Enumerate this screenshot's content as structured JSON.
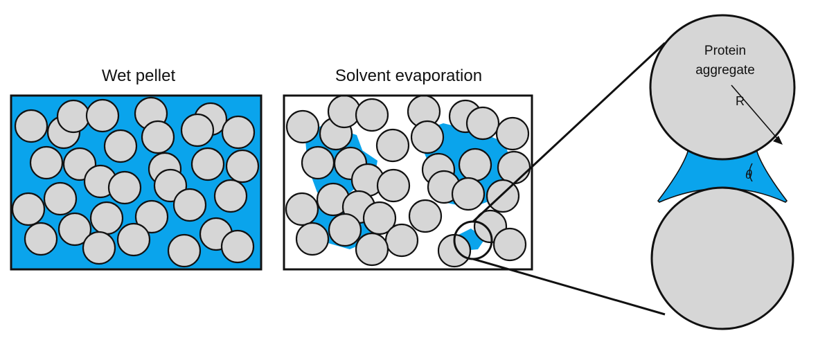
{
  "panels": {
    "wet": {
      "title": "Wet pellet"
    },
    "evaporation": {
      "title": "Solvent evaporation"
    }
  },
  "zoom": {
    "particle_label_line1": "Protein",
    "particle_label_line2": "aggregate",
    "radius_label": "R",
    "angle_label": "θ"
  },
  "colors": {
    "solvent": "#0aa4ec",
    "particle": "#d6d6d6",
    "outline": "#111111"
  }
}
